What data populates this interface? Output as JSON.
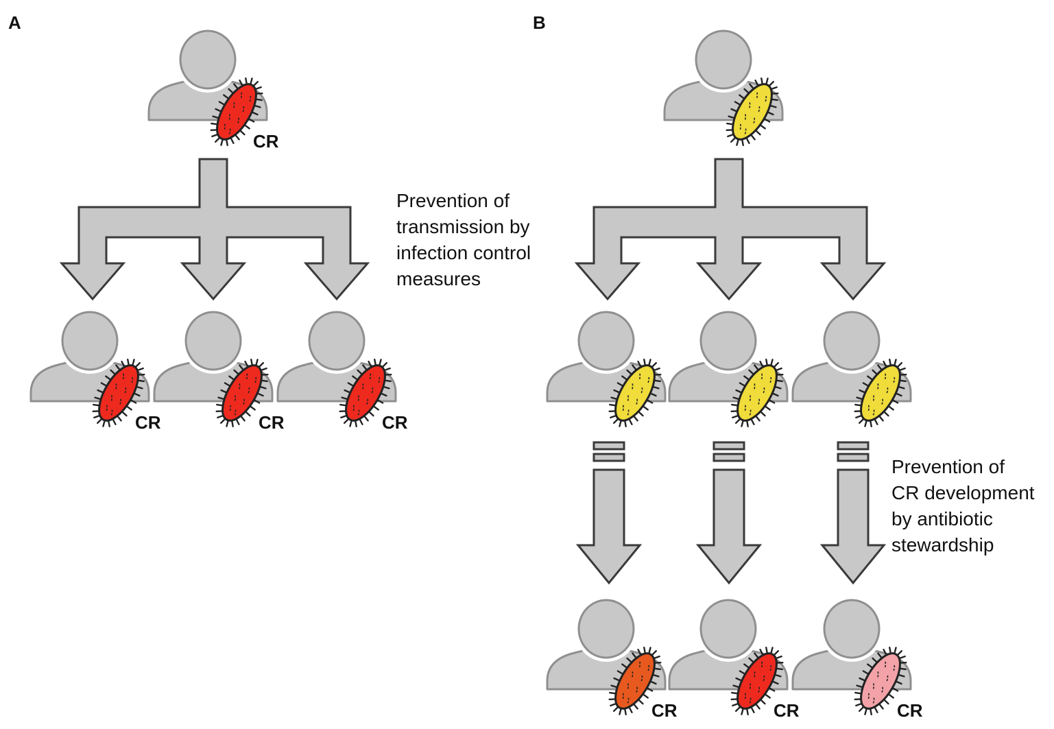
{
  "panels": {
    "a": {
      "letter": "A",
      "caption": [
        "Prevention of",
        "transmission by",
        "infection control",
        "measures"
      ]
    },
    "b": {
      "letter": "B",
      "caption": [
        "Prevention of",
        "CR development",
        "by antibiotic",
        "stewardship"
      ]
    }
  },
  "resistance_label": "CR",
  "colors": {
    "person_fill": "#c8c8c8",
    "person_stroke": "#8f8f8f",
    "arrow_fill": "#c8c8c8",
    "arrow_stroke": "#3a3a3a",
    "bacterium_resistant_red": "#ee2a1f",
    "bacterium_susceptible_yellow": "#f0dc3a",
    "bacterium_resistant_orange": "#e8591f",
    "bacterium_resistant_pink": "#f3a2a8"
  },
  "icons": {
    "person": "person-icon",
    "bacterium": "bacterium-icon",
    "arrow": "down-arrow-icon"
  }
}
